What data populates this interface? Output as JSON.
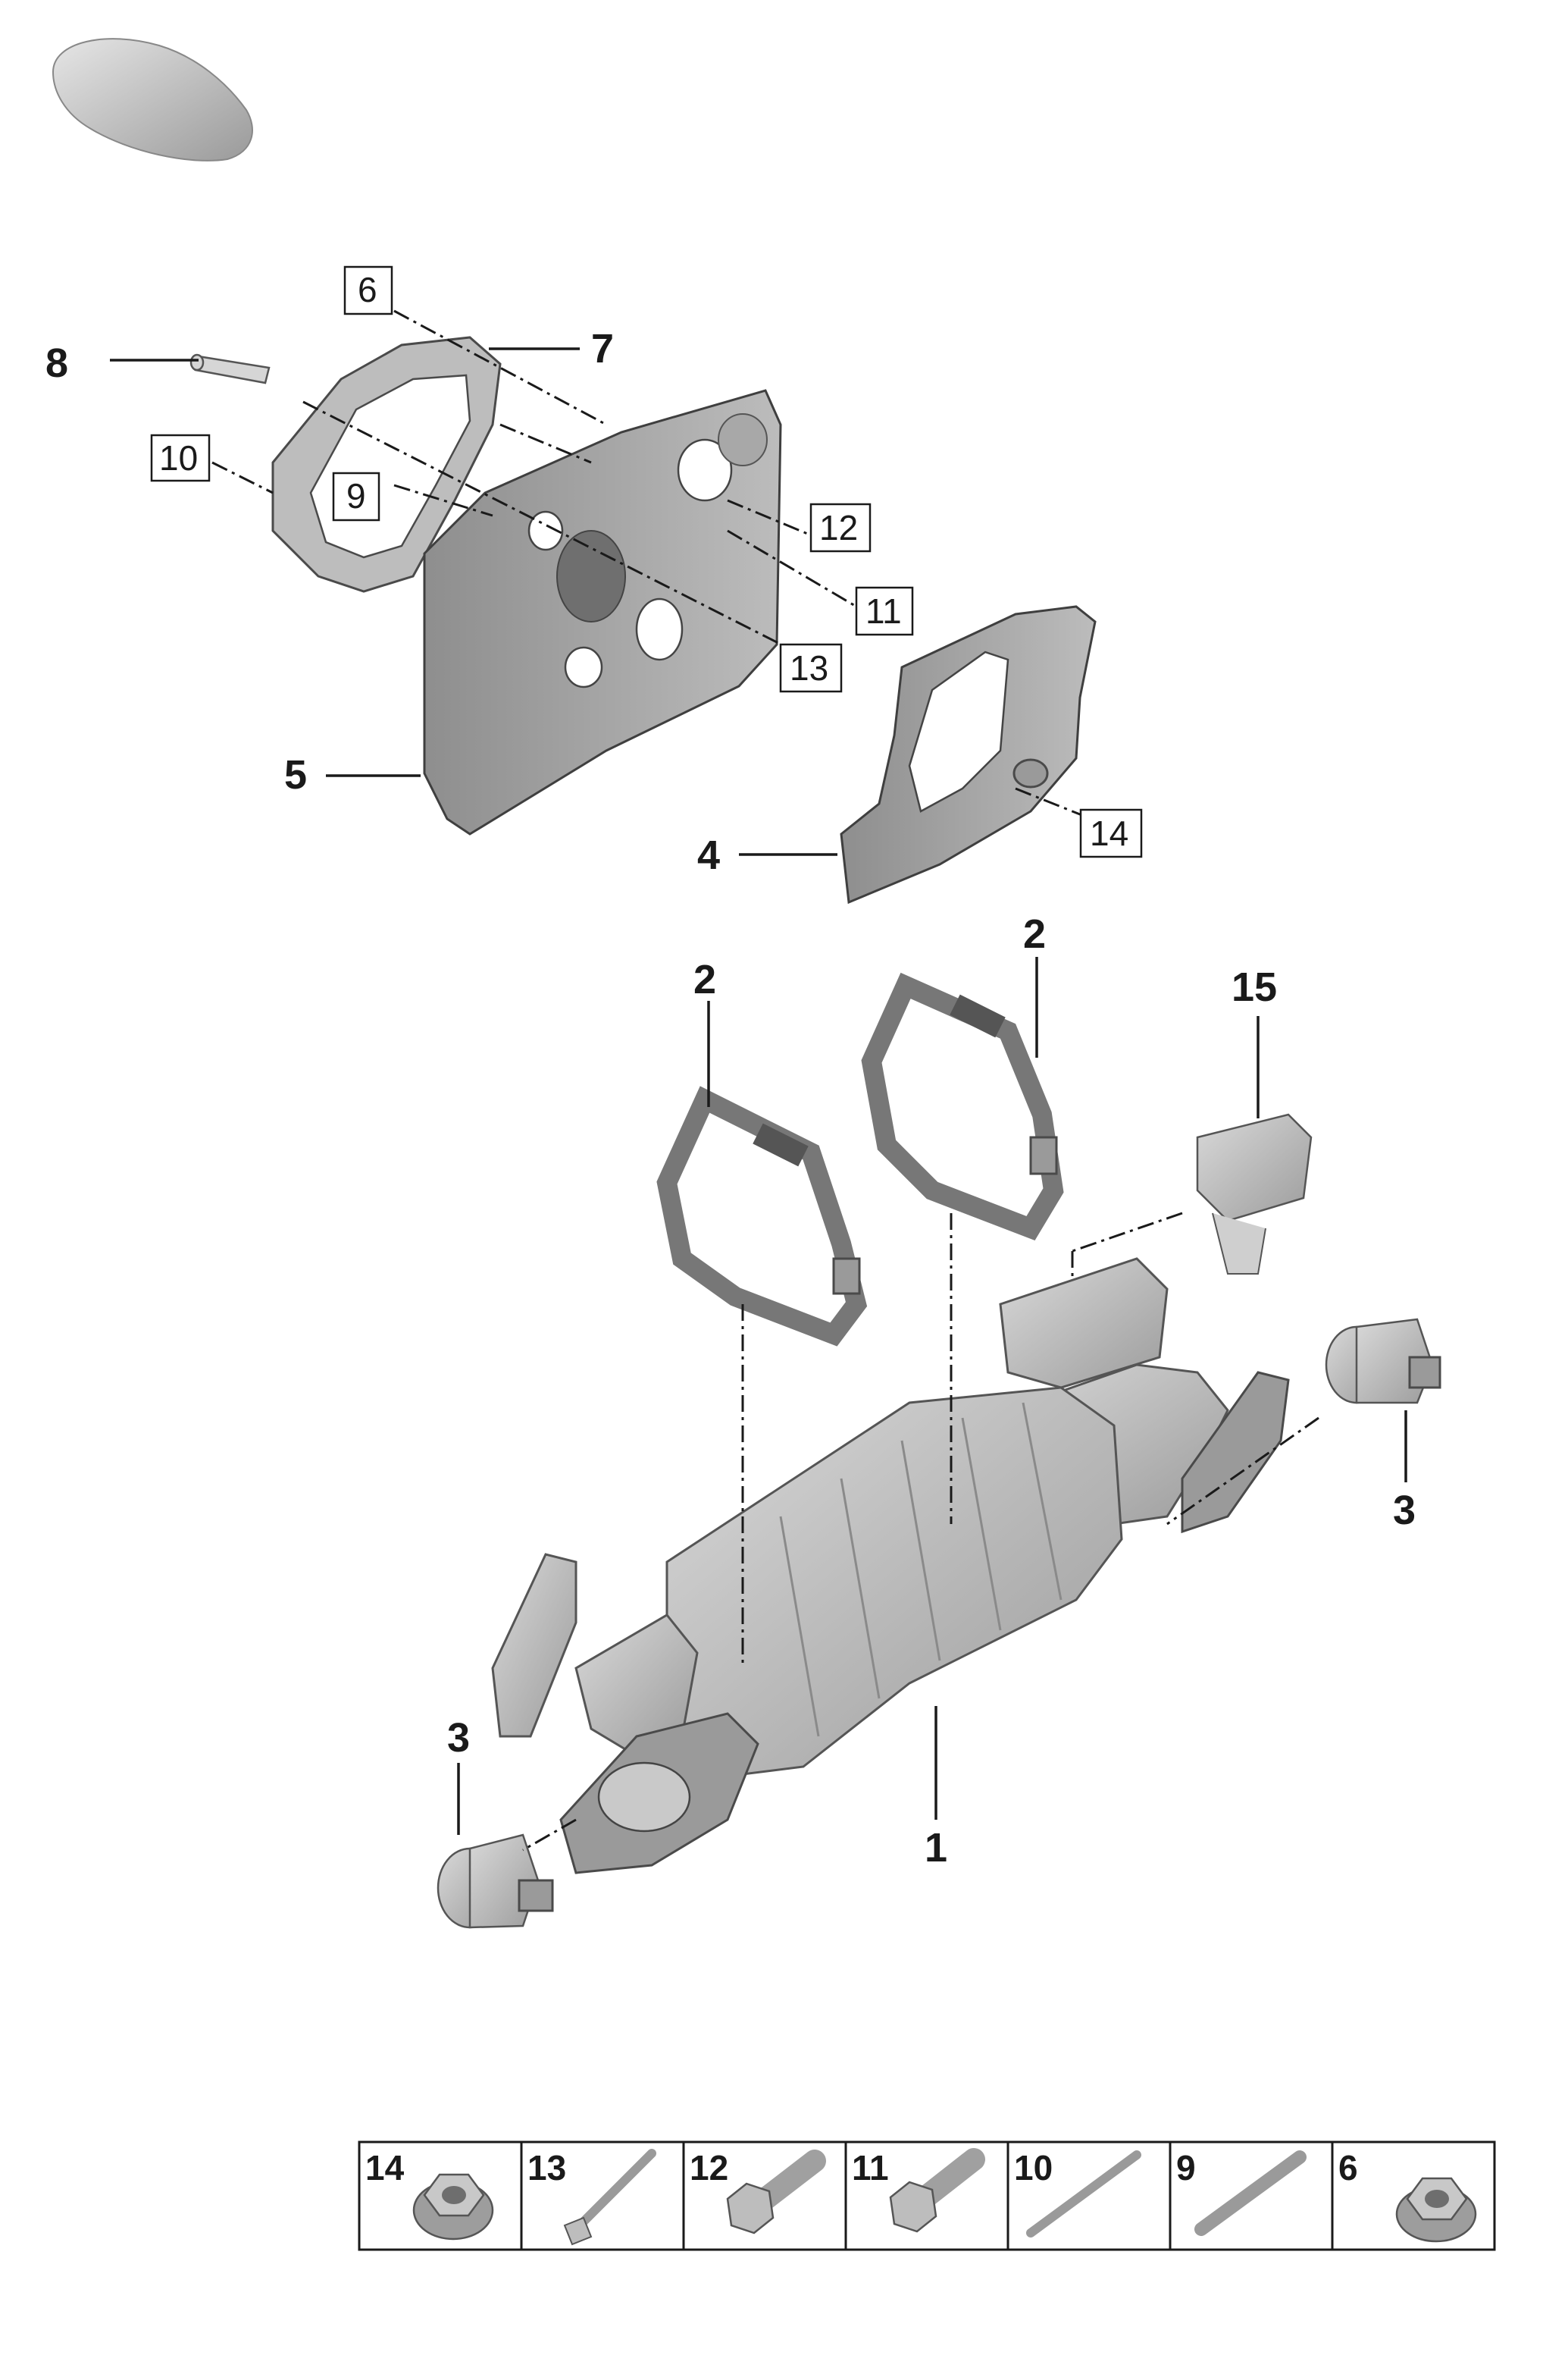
{
  "callouts": {
    "c1": "1",
    "c2a": "2",
    "c2b": "2",
    "c3a": "3",
    "c3b": "3",
    "c4": "4",
    "c5": "5",
    "c7": "7",
    "c8": "8",
    "c15": "15"
  },
  "boxed_refs": {
    "b6": "6",
    "b9": "9",
    "b10": "10",
    "b11": "11",
    "b12": "12",
    "b13": "13",
    "b14": "14"
  },
  "legend": {
    "cells": [
      {
        "num": "14",
        "icon": "flange-nut-icon"
      },
      {
        "num": "13",
        "icon": "long-bolt-icon"
      },
      {
        "num": "12",
        "icon": "hex-bolt-icon"
      },
      {
        "num": "11",
        "icon": "hex-bolt-icon"
      },
      {
        "num": "10",
        "icon": "stud-icon"
      },
      {
        "num": "9",
        "icon": "stud-icon"
      },
      {
        "num": "6",
        "icon": "flange-nut-icon"
      }
    ]
  },
  "colors": {
    "part_fill": "#bdbdbd",
    "line": "#1a1a1a"
  }
}
